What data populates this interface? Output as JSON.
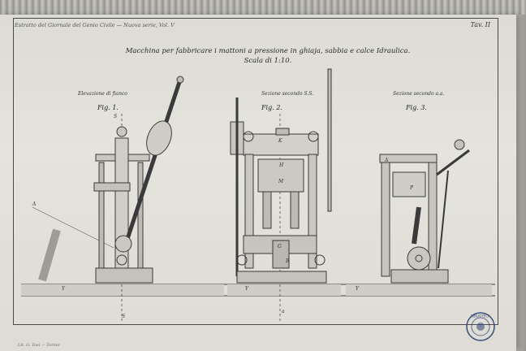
{
  "header": {
    "publication": "Estratto del Giornale del Genio Civile — Nuova serie, Vol. V",
    "plate": "Tav. II"
  },
  "title": "Macchina per fabbricare i mattoni a pressione in ghiaja, sabbia e calce Idraulica.",
  "scale": "Scala di 1:10.",
  "figures": [
    {
      "caption": "Elevazione di fianco",
      "label": "Fig. 1."
    },
    {
      "caption": "Sezione secondo S.S.",
      "label": "Fig. 2."
    },
    {
      "caption": "Sezione secondo a.a.",
      "label": "Fig. 3."
    }
  ],
  "letters": {
    "s_top": "S",
    "s_bottom": "S",
    "a_bottom": "a",
    "fig2_k": "K",
    "fig2_h": "H",
    "fig2_m": "M",
    "fig2_g": "G",
    "fig2_b": "B",
    "fig1_y": "Y",
    "fig2_y": "Y",
    "fig3_y": "Y",
    "fig3_a": "A",
    "fig3_p": "P",
    "left_a": "A"
  },
  "printer": "Lit. G. Tosi — Torino",
  "stamp_text": "BIBLIOTECA"
}
